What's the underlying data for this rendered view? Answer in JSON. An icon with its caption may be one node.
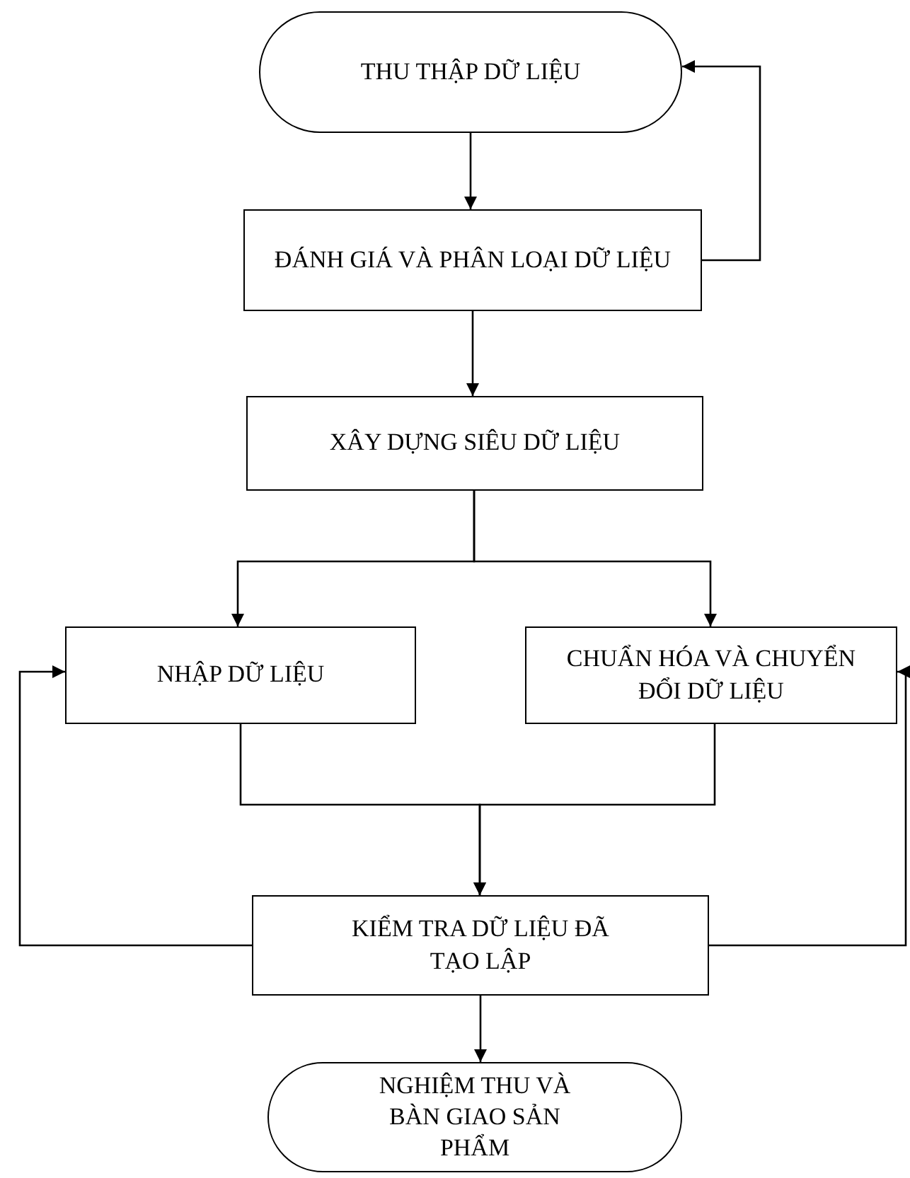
{
  "diagram": {
    "nodes": [
      {
        "text": [
          "THU THẬP DỮ LIỆU"
        ]
      },
      {
        "text": [
          "ĐÁNH GIÁ VÀ PHÂN LOẠI DỮ LIỆU"
        ]
      },
      {
        "text": [
          "XÂY DỰNG SIÊU DỮ LIỆU"
        ]
      },
      {
        "text": [
          "NHẬP DỮ LIỆU"
        ]
      },
      {
        "text": [
          "CHUẨN HÓA VÀ CHUYỂN ĐỔI DỮ LIỆU"
        ]
      },
      {
        "text": [
          "KIỂM TRA DỮ LIỆU ĐÃ TẠO LẬP"
        ]
      },
      {
        "text": [
          "NGHIỆM THU VÀ BÀN GIAO SẢN PHẨM"
        ]
      }
    ],
    "edges": [
      {
        "from": 0,
        "to": 1,
        "arrow": "to"
      },
      {
        "from": 1,
        "to": 0,
        "arrow": "to"
      },
      {
        "from": 1,
        "to": 2,
        "arrow": "to"
      },
      {
        "from": 2,
        "to": 3,
        "arrow": "to"
      },
      {
        "from": 2,
        "to": 4,
        "arrow": "to"
      },
      {
        "from": 3,
        "to": 5,
        "arrow": "to"
      },
      {
        "from": 4,
        "to": 5,
        "arrow": "to"
      },
      {
        "from": 5,
        "to": 3,
        "arrow": "to"
      },
      {
        "from": 5,
        "to": 4,
        "arrow": "to"
      },
      {
        "from": 5,
        "to": 6,
        "arrow": "to"
      }
    ]
  }
}
